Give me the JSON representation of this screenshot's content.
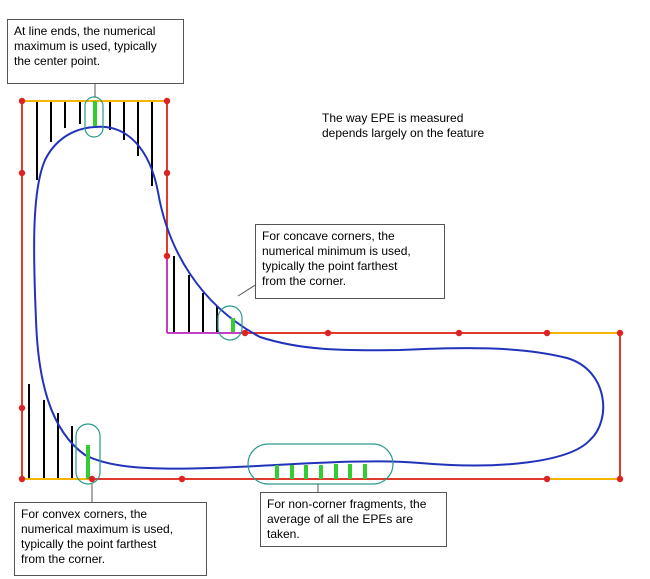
{
  "callouts": {
    "line_ends": [
      "At line ends, the numerical",
      "maximum is used, typically",
      "the center point."
    ],
    "concave": [
      "For concave corners, the",
      "numerical minimum is used,",
      "typically the point farthest",
      "from the corner."
    ],
    "convex": [
      "For convex corners, the",
      "numerical maximum is used,",
      "typically the point farthest",
      "from the corner."
    ],
    "noncorner": [
      "For non-corner fragments, the",
      "average of all the EPEs are",
      "taken."
    ]
  },
  "note": [
    "The way EPE is measured",
    "depends largely on the feature"
  ],
  "colors": {
    "target_edge": "#e23a2a",
    "line_end_edge": "#f4b400",
    "inner_edge": "#c23fc2",
    "contour": "#2233bb",
    "epe_marker": "#33cc33",
    "vertex": "#dd2222",
    "highlight_ring": "#2a9a8a"
  }
}
